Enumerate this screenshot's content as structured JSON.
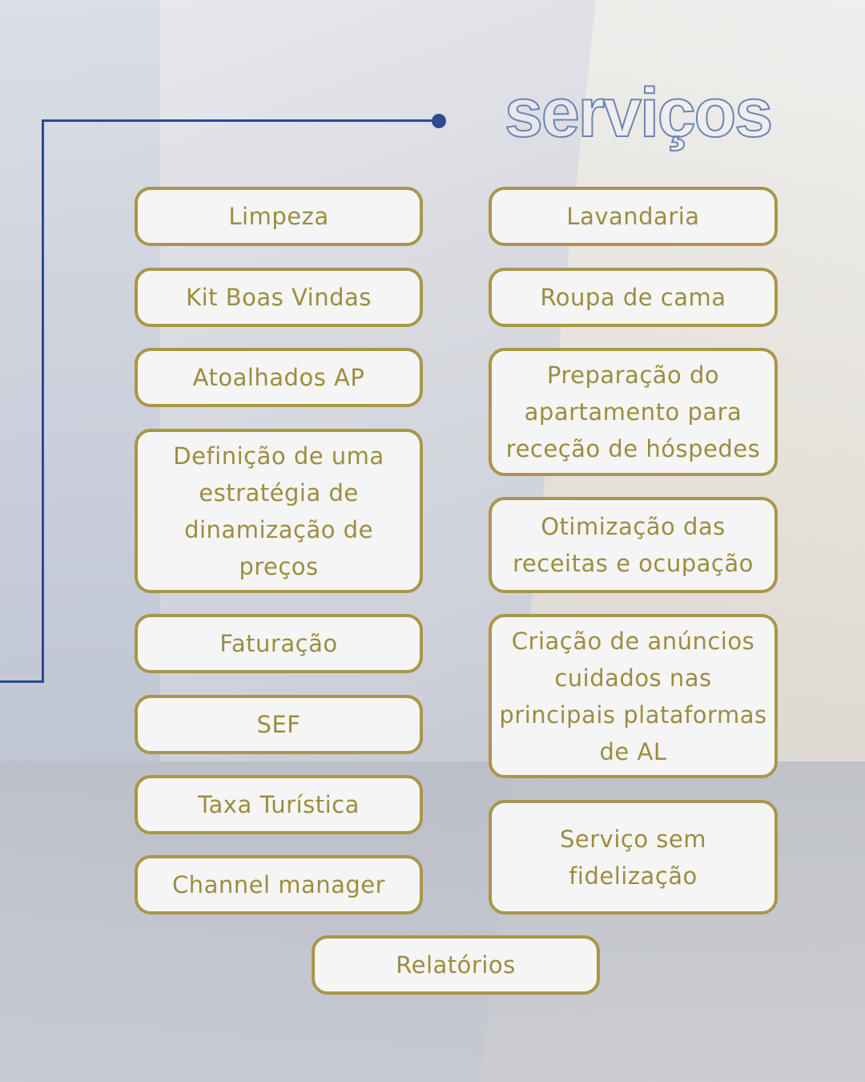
{
  "title": "serviços",
  "colors": {
    "accent": "#2d4a8f",
    "border": "#a8974a",
    "text": "#9c8d3f"
  },
  "left_services": [
    "Limpeza",
    "Kit Boas Vindas",
    "Atoalhados AP",
    "Definição de uma estratégia de dinamização de preços",
    "Faturação",
    "SEF",
    "Taxa Turística",
    "Channel manager"
  ],
  "right_services": [
    "Lavandaria",
    "Roupa de cama",
    "Preparação do apartamento para receção de hóspedes",
    "Otimização das receitas e ocupação",
    "Criação de anúncios cuidados nas principais plataformas de AL",
    "Serviço sem fidelização"
  ],
  "bottom_service": "Relatórios"
}
